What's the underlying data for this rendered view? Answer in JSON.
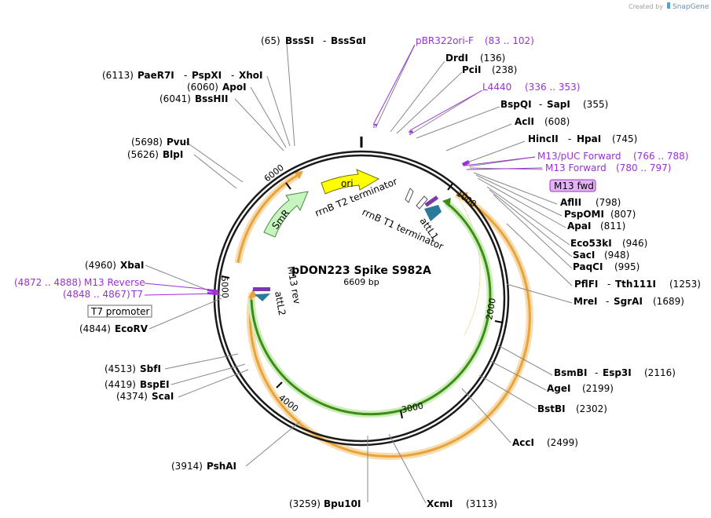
{
  "brand": {
    "prefix": "Created by",
    "name": "SnapGene"
  },
  "plasmid": {
    "name": "pDON223 Spike S982A",
    "size": "6609 bp"
  },
  "ticks": [
    "1000",
    "2000",
    "3000",
    "4000",
    "5000",
    "6000"
  ],
  "features": {
    "ori": "ori",
    "smr": "SmR",
    "rrnb_t2": "rrnB T2 terminator",
    "rrnb_t1": "rrnB T1 terminator",
    "attl1": "attL1",
    "attl2": "attL2",
    "m13rev": "M13 rev"
  },
  "sites": {
    "bsssi_pos": "(65)",
    "bsssi": "BssSI",
    "bsssai": "BssSαI",
    "pbr_name": "pBR322ori-F",
    "pbr_range": "(83 .. 102)",
    "drdi": "DrdI",
    "drdi_pos": "(136)",
    "pcii": "PciI",
    "pcii_pos": "(238)",
    "l4440_name": "L4440",
    "l4440_range": "(336 .. 353)",
    "bspqi": "BspQI",
    "sapi": "SapI",
    "sapi_pos": "(355)",
    "acli": "AclI",
    "acli_pos": "(608)",
    "hincii": "HincII",
    "hpai": "HpaI",
    "hpai_pos": "(745)",
    "m13puc_name": "M13/pUC Forward",
    "m13puc_range": "(766 .. 788)",
    "m13fwd_name": "M13 Forward",
    "m13fwd_range": "(780 .. 797)",
    "m13fwd_box": "M13 fwd",
    "aflii": "AflII",
    "aflii_pos": "(798)",
    "pspomi": "PspOMI",
    "pspomi_pos": "(807)",
    "apai": "ApaI",
    "apai_pos": "(811)",
    "eco53ki": "Eco53kI",
    "eco53ki_pos": "(946)",
    "saci": "SacI",
    "saci_pos": "(948)",
    "paqci": "PaqCI",
    "paqci_pos": "(995)",
    "pflfi": "PflFI",
    "tth111i": "Tth111I",
    "tth111i_pos": "(1253)",
    "mrei": "MreI",
    "sgrai": "SgrAI",
    "sgrai_pos": "(1689)",
    "bsmbi": "BsmBI",
    "esp3i": "Esp3I",
    "esp3i_pos": "(2116)",
    "agei": "AgeI",
    "agei_pos": "(2199)",
    "bstbi": "BstBI",
    "bstbi_pos": "(2302)",
    "acci": "AccI",
    "acci_pos": "(2499)",
    "xcmi": "XcmI",
    "xcmi_pos": "(3113)",
    "bpu10i_pos": "(3259)",
    "bpu10i": "Bpu10I",
    "pshai_pos": "(3914)",
    "pshai": "PshAI",
    "scai_pos": "(4374)",
    "scai": "ScaI",
    "bspei_pos": "(4419)",
    "bspei": "BspEI",
    "sbfi_pos": "(4513)",
    "sbfi": "SbfI",
    "ecorv_pos": "(4844)",
    "ecorv": "EcoRV",
    "t7prom_box": "T7 promoter",
    "t7_range": "(4848 .. 4867)",
    "t7_name": "T7",
    "m13rev_range": "(4872 .. 4888)",
    "m13rev_name": "M13 Reverse",
    "xbai_pos": "(4960)",
    "xbai": "XbaI",
    "blpi_pos": "(5626)",
    "blpi": "BlpI",
    "pvui_pos": "(5698)",
    "pvui": "PvuI",
    "bsshii_pos": "(6041)",
    "bsshii": "BssHII",
    "apoi_pos": "(6060)",
    "apoi": "ApoI",
    "paer7i_pos": "(6113)",
    "paer7i": "PaeR7I",
    "pspxi": "PspXI",
    "xhoi": "XhoI"
  },
  "colors": {
    "ori": "#ffff00",
    "smr": "#c6f5c0",
    "orf_orange": "#e8a33a",
    "orf_green": "#3c8c1a",
    "att": "#2a7a99",
    "primer": "#9b30d9",
    "primer_box": "#e3b4f5"
  }
}
